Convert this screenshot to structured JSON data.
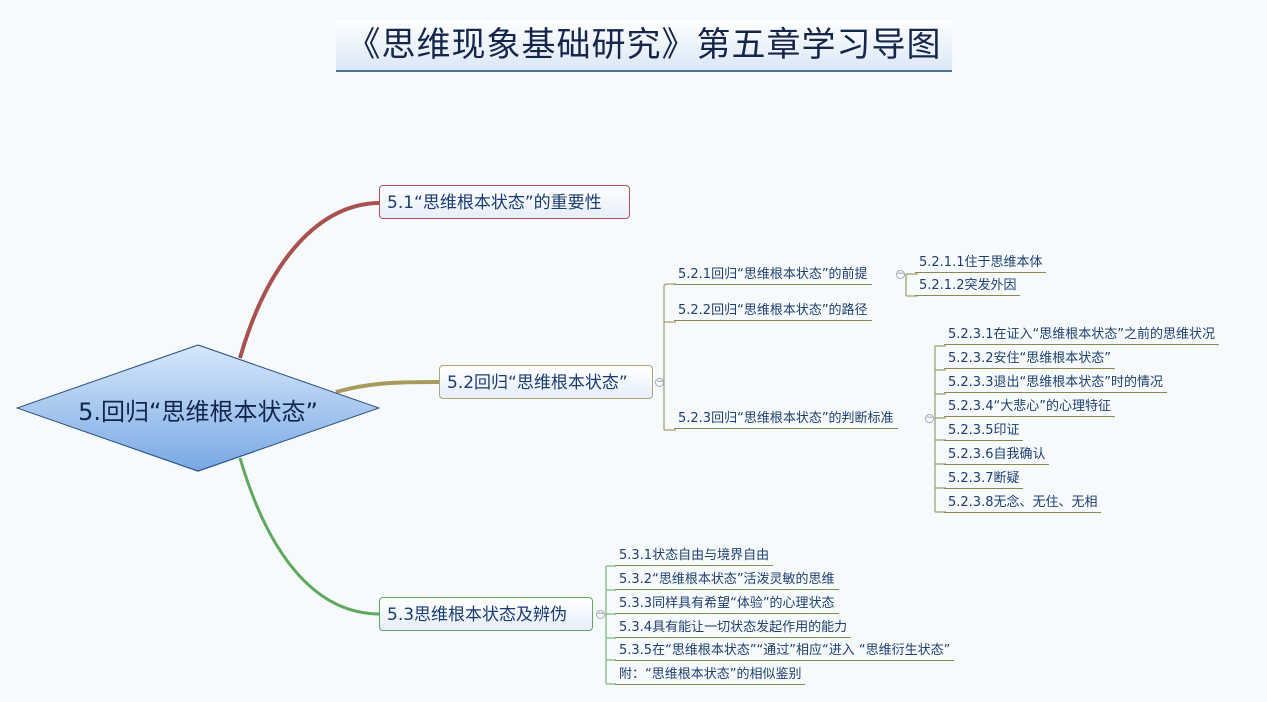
{
  "title": "《思维现象基础研究》第五章学习导图",
  "central": "5.回归“思维根本状态”",
  "branches": {
    "b51": "5.1“思维根本状态”的重要性",
    "b52": "5.2回归“思维根本状态”",
    "b53": "5.3思维根本状态及辨伪"
  },
  "b52_children": {
    "c521": "5.2.1回归“思维根本状态”的前提",
    "c522": "5.2.2回归“思维根本状态”的路径",
    "c523": "5.2.3回归“思维根本状态”的判断标准"
  },
  "c521_children": [
    "5.2.1.1住于思维本体",
    "5.2.1.2突发外因"
  ],
  "c523_children": [
    "5.2.3.1在证入“思维根本状态”之前的思维状况",
    "5.2.3.2安住“思维根本状态”",
    "5.2.3.3退出“思维根本状态”时的情况",
    "5.2.3.4“大悲心”的心理特征",
    "5.2.3.5印证",
    "5.2.3.6自我确认",
    "5.2.3.7断疑",
    "5.2.3.8无念、无住、无相"
  ],
  "b53_children": [
    "5.3.1状态自由与境界自由",
    "5.3.2“思维根本状态”活泼灵敏的思维",
    "5.3.3同样具有希望“体验”的心理状态",
    "5.3.4具有能让一切状态发起作用的能力",
    "5.3.5在“思维根本状态”“通过”相应“进入 “思维衍生状态”",
    "附：“思维根本状态”的相似鉴别"
  ],
  "colors": {
    "branch1": "#a8524f",
    "branch2": "#a89a5a",
    "branch3": "#5ea95c",
    "sub_line": "#8a8a4e"
  }
}
